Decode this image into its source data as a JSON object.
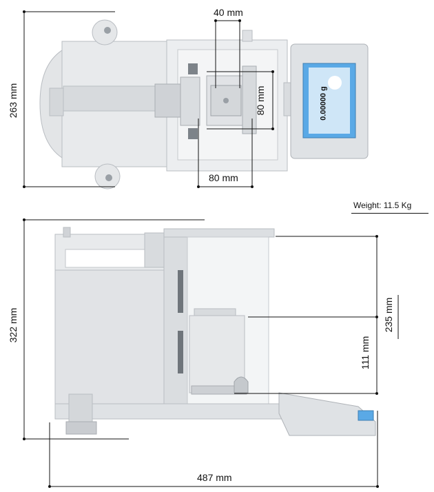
{
  "dimensions": {
    "top_width_inner": "40 mm",
    "top_depth_inner": "80 mm",
    "top_width_chamber": "80 mm",
    "top_depth_total": "263 mm",
    "side_height_total": "322 mm",
    "side_chamber_height": "235 mm",
    "side_pan_height": "111 mm",
    "side_depth_total": "487 mm"
  },
  "weight_label": "Weight: 11.5 Kg",
  "display": {
    "reading": "0.00000 g"
  },
  "colors": {
    "body": "#e2e4e6",
    "body_dark": "#c9ccd0",
    "glass": "#eef2f4",
    "screen": "#5aa9e6",
    "line": "#111111"
  }
}
